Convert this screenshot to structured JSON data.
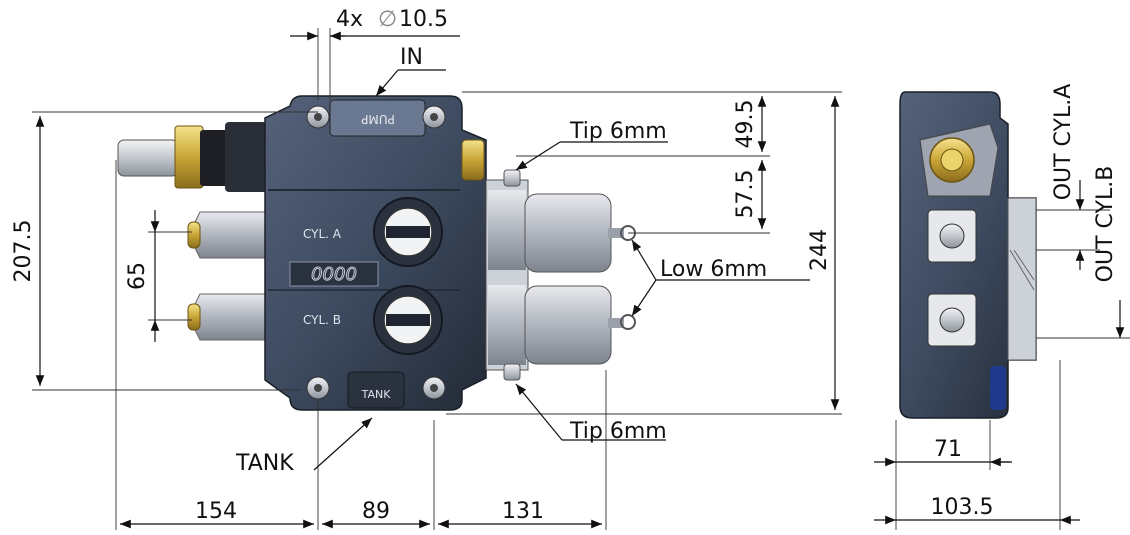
{
  "dimensions": {
    "holes": "4x",
    "hole_symbol": "∅",
    "hole_diameter": "10.5",
    "height_total": "207.5",
    "port_spacing": "65",
    "bottom_left": "154",
    "bottom_mid": "89",
    "bottom_right": "131",
    "right_upper": "49.5",
    "right_mid": "57.5",
    "right_total": "244",
    "side_width_inner": "71",
    "side_width_outer": "103.5"
  },
  "labels": {
    "in_port": "IN",
    "tank_port": "TANK",
    "tip_top": "Tip 6mm",
    "tip_bottom": "Tip 6mm",
    "low": "Low 6mm",
    "out_a": "OUT CYL.A",
    "out_b": "OUT CYL.B",
    "body_pump": "PUMP",
    "body_cyl_a": "CYL. A",
    "body_cyl_b": "CYL. B",
    "body_tank": "TANK",
    "body_code": "0000"
  },
  "colors": {
    "body": "#3d4a5f",
    "body_dark": "#252d3a",
    "metal": "#c9ccd2",
    "brass": "#d4b24a",
    "line": "#111111"
  }
}
